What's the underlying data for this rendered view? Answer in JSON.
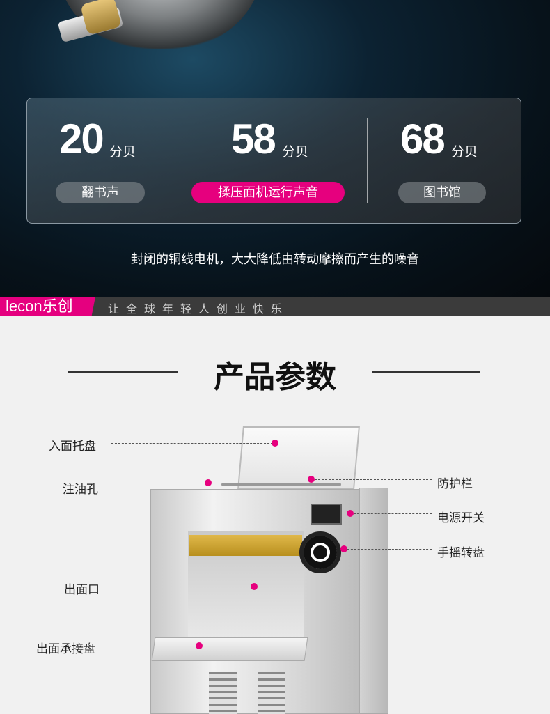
{
  "noise_comparison": [
    {
      "value": "20",
      "unit": "分贝",
      "label": "翻书声",
      "highlight": false
    },
    {
      "value": "58",
      "unit": "分贝",
      "label": "揉压面机运行声音",
      "highlight": true
    },
    {
      "value": "68",
      "unit": "分贝",
      "label": "图书馆",
      "highlight": false
    }
  ],
  "subtitle": "封闭的铜线电机，大大降低由转动摩擦而产生的噪音",
  "brand": {
    "logo": "lecon乐创",
    "slogan": "让全球年轻人创业快乐",
    "color": "#e5007f"
  },
  "section_title": "产品参数",
  "parts": {
    "tray_in": "入面托盘",
    "oil_hole": "注油孔",
    "guard": "防护栏",
    "power_switch": "电源开关",
    "hand_wheel": "手摇转盘",
    "outlet": "出面口",
    "catch_tray": "出面承接盘"
  },
  "colors": {
    "accent": "#e6007e"
  }
}
